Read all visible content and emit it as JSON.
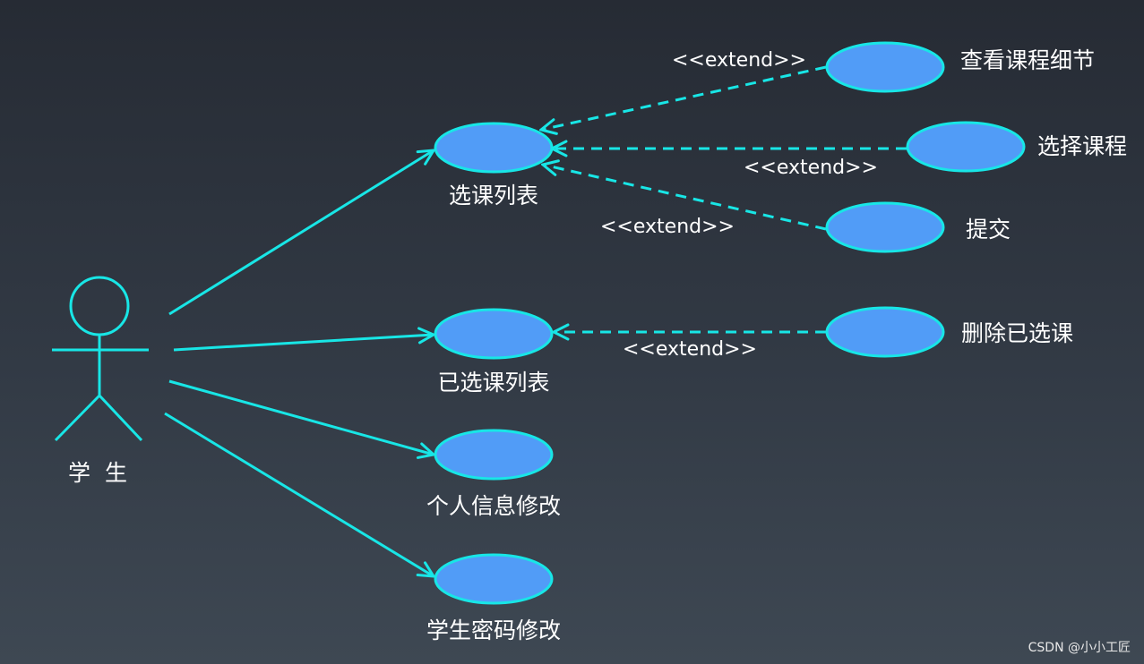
{
  "colors": {
    "line": "#18e6e6",
    "ellipse_fill": "#519cf7",
    "ellipse_stroke": "#18e6e6",
    "text": "#ffffff"
  },
  "actor": {
    "name": "学 生"
  },
  "use_cases": {
    "course_list": "选课列表",
    "selected_list": "已选课列表",
    "personal_info": "个人信息修改",
    "password": "学生密码修改",
    "course_detail": "查看课程细节",
    "select_course": "选择课程",
    "submit": "提交",
    "delete_selected": "删除已选课"
  },
  "relations": {
    "extend_label": "<<extend>>"
  },
  "watermark": "CSDN @小小工匠"
}
